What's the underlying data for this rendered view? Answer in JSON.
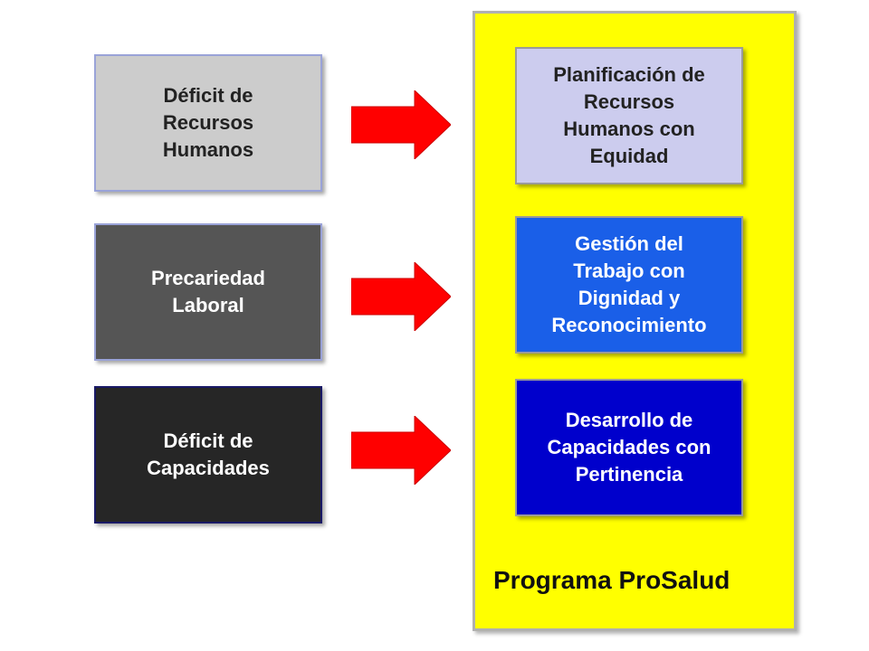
{
  "left_boxes": {
    "deficit_recursos_humanos": "Déficit de\nRecursos\nHumanos",
    "precariedad_laboral": "Precariedad\nLaboral",
    "deficit_capacidades": "Déficit de\nCapacidades"
  },
  "program": {
    "title": "Programa ProSalud",
    "strategies": {
      "planificacion": "Planificación de\nRecursos\nHumanos con\nEquidad",
      "gestion": "Gestión del\nTrabajo con\nDignidad y\nReconocimiento",
      "desarrollo": "Desarrollo de\nCapacidades con\nPertinencia"
    }
  },
  "colors": {
    "arrow": "#ff0000",
    "program_panel": "#ffff00",
    "box_deficit_rh": "#cccccc",
    "box_precariedad": "#555555",
    "box_deficit_cap": "#262626",
    "box_planificacion": "#ccccee",
    "box_gestion": "#1a5fe8",
    "box_desarrollo": "#0000cc"
  },
  "icons": {
    "arrow": "right-arrow-icon"
  }
}
